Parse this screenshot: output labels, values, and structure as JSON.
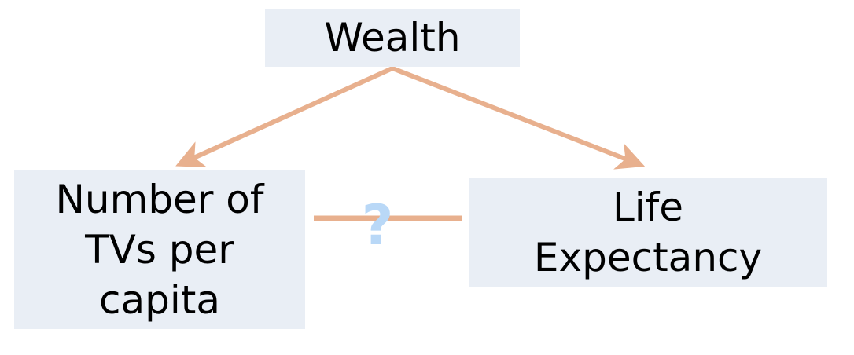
{
  "nodes": {
    "wealth": "Wealth",
    "tvs": "Number of\nTVs per\ncapita",
    "life": "Life\nExpectancy"
  },
  "relation_symbol": "?",
  "colors": {
    "node_fill": "#e9eef5",
    "arrow": "#e8b08e",
    "question": "#b9d8f7",
    "text": "#000000"
  },
  "edges": [
    {
      "from": "wealth",
      "to": "tvs",
      "type": "arrow"
    },
    {
      "from": "wealth",
      "to": "life",
      "type": "arrow"
    },
    {
      "from": "tvs",
      "to": "life",
      "type": "line",
      "label": "?"
    }
  ]
}
